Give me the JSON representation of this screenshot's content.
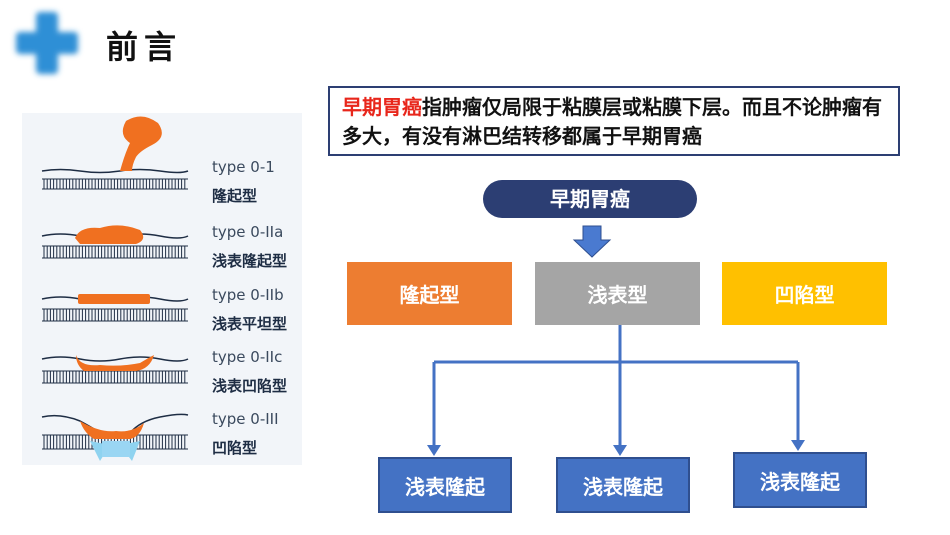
{
  "header": {
    "title": "前言"
  },
  "definition": {
    "highlight": "早期胃癌",
    "text": "指肿瘤仅局限于粘膜层或粘膜下层。而且不论肿瘤有多大，有没有淋巴结转移都属于早期胃癌"
  },
  "types": [
    {
      "code": "type 0-1",
      "name": "隆起型"
    },
    {
      "code": "type 0-IIa",
      "name": "浅表隆起型"
    },
    {
      "code": "type 0-IIb",
      "name": "浅表平坦型"
    },
    {
      "code": "type 0-IIc",
      "name": "浅表凹陷型"
    },
    {
      "code": "type 0-III",
      "name": "凹陷型"
    }
  ],
  "diagram": {
    "root": "早期胃癌",
    "categories": [
      "隆起型",
      "浅表型",
      "凹陷型"
    ],
    "subtypes": [
      "浅表隆起",
      "浅表隆起",
      "浅表隆起"
    ]
  },
  "colors": {
    "navy": "#2c3e73",
    "orange": "#ed7d31",
    "gray": "#a5a5a5",
    "yellow": "#ffc000",
    "blue": "#4472c4",
    "highlight_red": "#e8261b",
    "lesion": "#f07020"
  }
}
